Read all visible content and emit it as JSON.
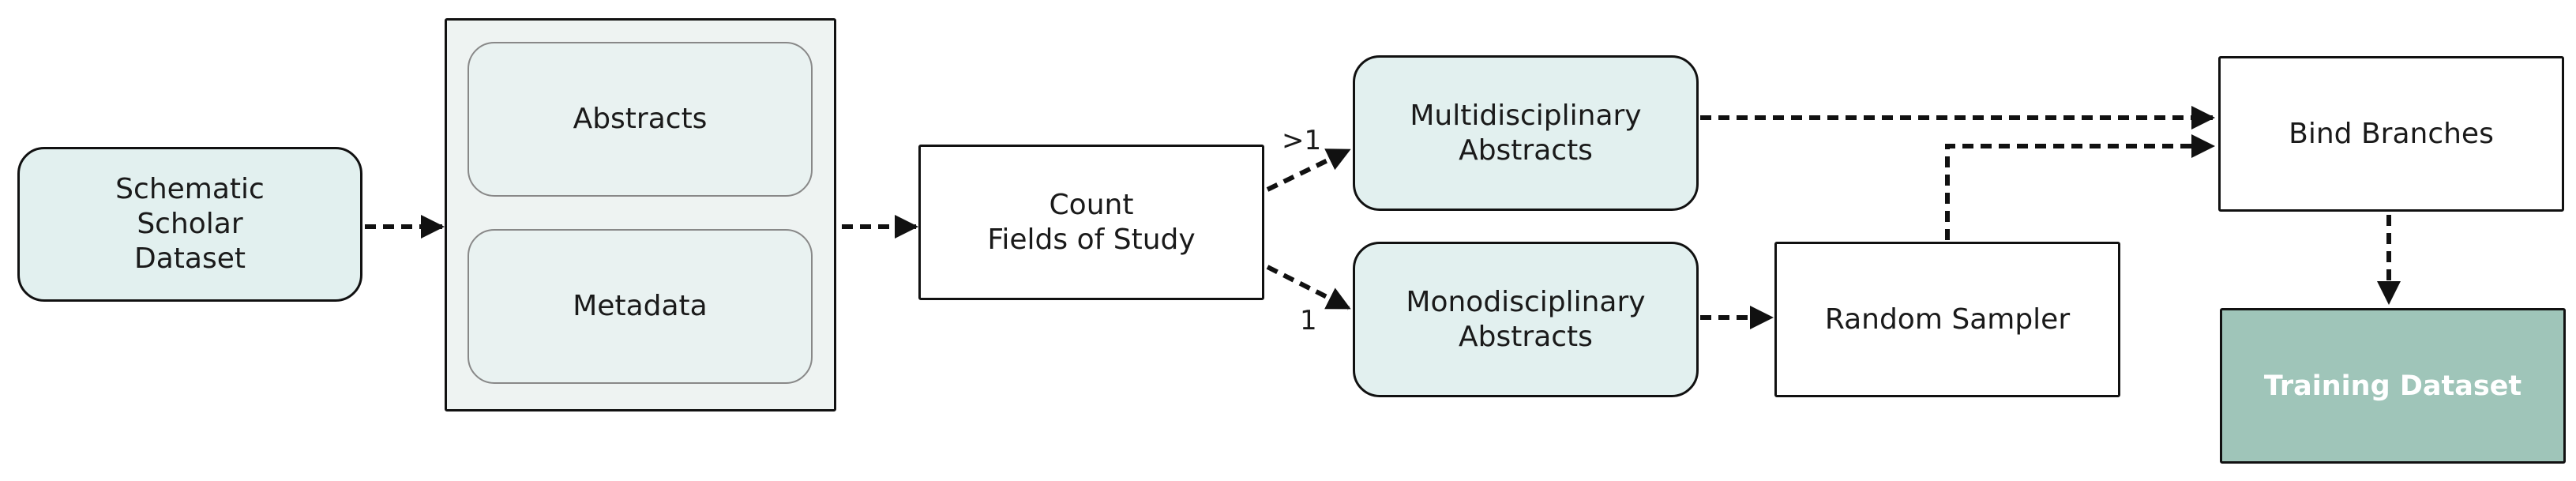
{
  "nodes": {
    "schematic_scholar": "Schematic\nScholar\nDataset",
    "abstracts": "Abstracts",
    "metadata": "Metadata",
    "count_fields": "Count\nFields of Study",
    "multidisciplinary": "Multidisciplinary\nAbstracts",
    "monodisciplinary": "Monodisciplinary\nAbstracts",
    "random_sampler": "Random Sampler",
    "bind_branches": "Bind Branches",
    "training_dataset": "Training Dataset"
  },
  "edge_labels": {
    "greater_than_one": ">1",
    "one": "1"
  },
  "colors": {
    "data_node_fill": "#e2f0ef",
    "output_node_fill": "#9fc5b9",
    "group_fill": "#eef3f2",
    "stroke": "#111111"
  }
}
